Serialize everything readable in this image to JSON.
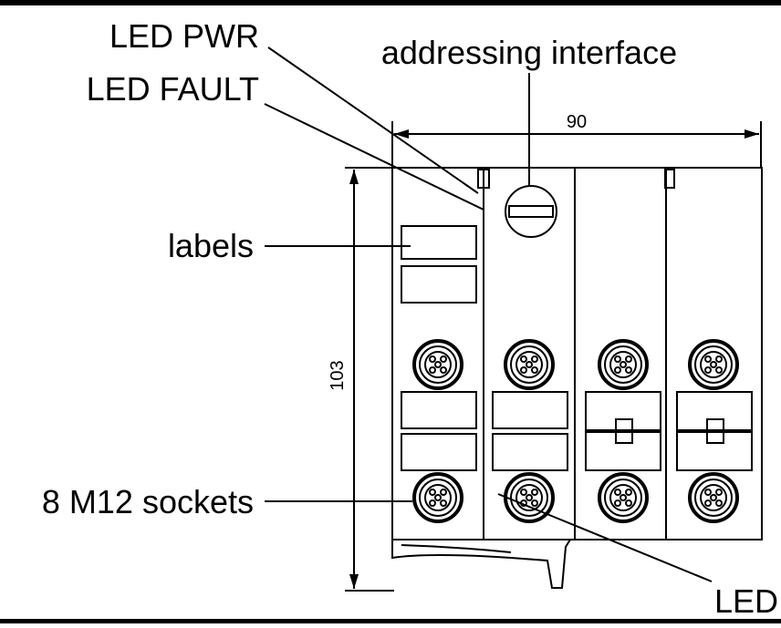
{
  "callouts": {
    "led_pwr": "LED PWR",
    "led_fault": "LED FAULT",
    "addressing_interface": "addressing interface",
    "labels": "labels",
    "m12_sockets": "8 M12 sockets",
    "led": "LED"
  },
  "dimensions": {
    "width": "90",
    "height": "103"
  }
}
